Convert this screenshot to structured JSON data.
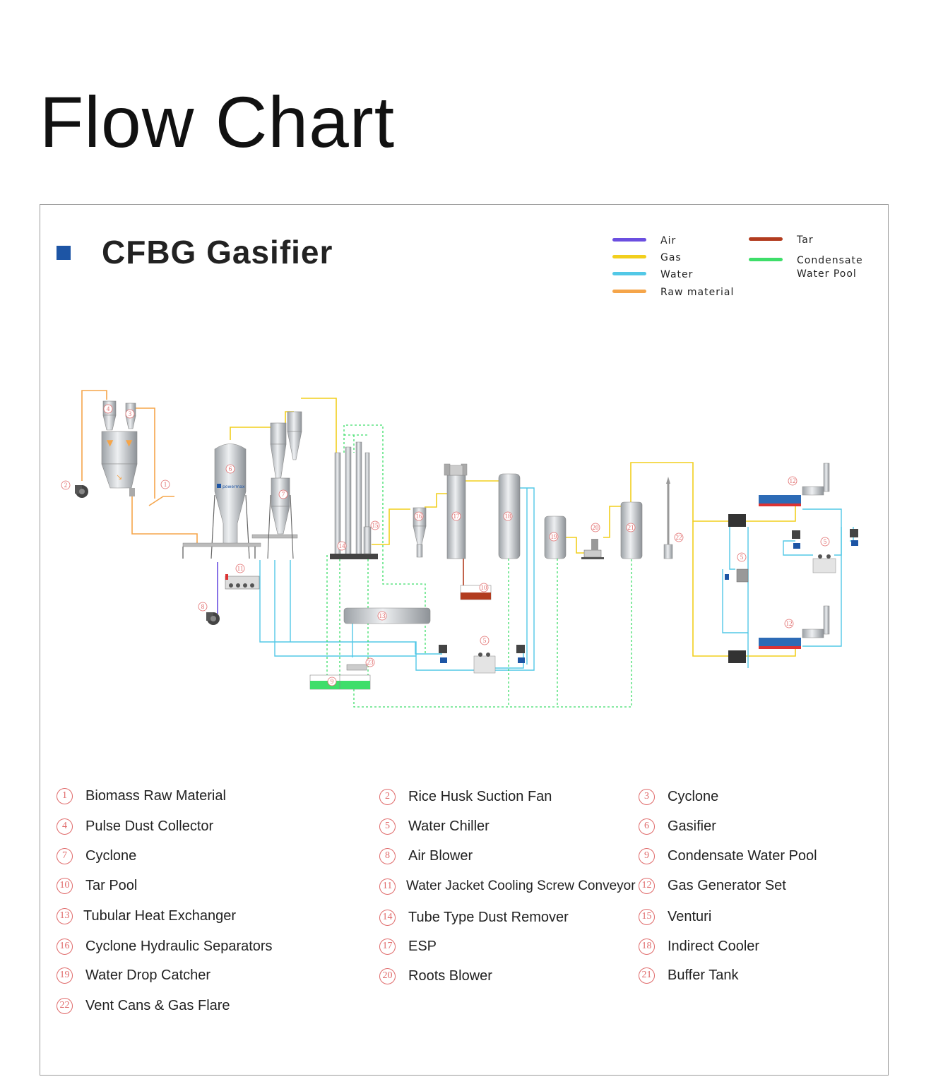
{
  "page_title": "Flow Chart",
  "section_title": "CFBG Gasifier",
  "legend": [
    {
      "label": "Air",
      "color": "#6b4fe0"
    },
    {
      "label": "Gas",
      "color": "#f2cf1d"
    },
    {
      "label": "Water",
      "color": "#52c8e6"
    },
    {
      "label": "Raw material",
      "color": "#f5a54a"
    },
    {
      "label": "Tar",
      "color": "#b23c1f"
    },
    {
      "label": "Condensate\nWater Pool",
      "color": "#3ede6a"
    }
  ],
  "diagram_labels": [
    "1",
    "2",
    "3",
    "4",
    "5",
    "6",
    "7",
    "8",
    "9",
    "10",
    "11",
    "12",
    "13",
    "14",
    "15",
    "16",
    "17",
    "18",
    "19",
    "20",
    "21",
    "22",
    "23"
  ],
  "brand_mark": "powermax",
  "parts": [
    {
      "num": "1",
      "label": "Biomass Raw Material"
    },
    {
      "num": "2",
      "label": "Rice Husk Suction Fan"
    },
    {
      "num": "3",
      "label": "Cyclone"
    },
    {
      "num": "4",
      "label": "Pulse Dust  Collector"
    },
    {
      "num": "5",
      "label": "Water Chiller"
    },
    {
      "num": "6",
      "label": "Gasifier"
    },
    {
      "num": "7",
      "label": "Cyclone"
    },
    {
      "num": "8",
      "label": "Air Blower"
    },
    {
      "num": "9",
      "label": "Condensate Water Pool"
    },
    {
      "num": "10",
      "label": "Tar Pool"
    },
    {
      "num": "11",
      "label": "Water Jacket Cooling Screw Conveyor"
    },
    {
      "num": "12",
      "label": "Gas  Generator Set"
    },
    {
      "num": "13",
      "label": "Tubular Heat Exchanger"
    },
    {
      "num": "14",
      "label": "Tube Type Dust Remover"
    },
    {
      "num": "15",
      "label": "Venturi"
    },
    {
      "num": "16",
      "label": "Cyclone Hydraulic Separators"
    },
    {
      "num": "17",
      "label": "ESP"
    },
    {
      "num": "18",
      "label": "Indirect Cooler"
    },
    {
      "num": "19",
      "label": "Water Drop Catcher"
    },
    {
      "num": "20",
      "label": "Roots Blower"
    },
    {
      "num": "21",
      "label": "Buffer Tank"
    },
    {
      "num": "22",
      "label": "Vent Cans & Gas Flare"
    }
  ]
}
